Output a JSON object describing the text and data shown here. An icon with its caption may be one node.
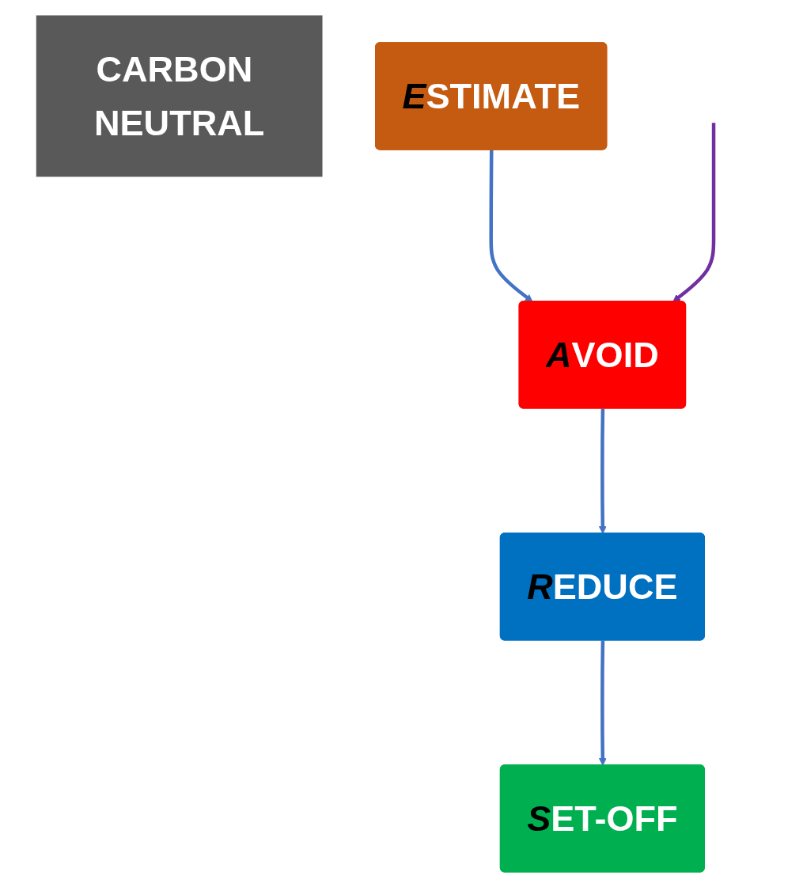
{
  "diagram": {
    "nodes": [
      {
        "text": [
          "ESTIMATE"
        ]
      },
      {
        "text": [
          "AVOID"
        ]
      },
      {
        "text": [
          "REDUCE"
        ]
      },
      {
        "text": [
          "SET-OFF"
        ]
      },
      {
        "text": [
          "CARBON NEUTRAL"
        ]
      }
    ],
    "edges": [
      {
        "from": 0,
        "to": 1,
        "arrow": "to"
      },
      {
        "from": 1,
        "to": 2,
        "arrow": "to"
      },
      {
        "from": 2,
        "to": 3,
        "arrow": "to"
      },
      {
        "from": null,
        "to": 1,
        "arrow": "to",
        "color": "#7030a0"
      }
    ]
  }
}
